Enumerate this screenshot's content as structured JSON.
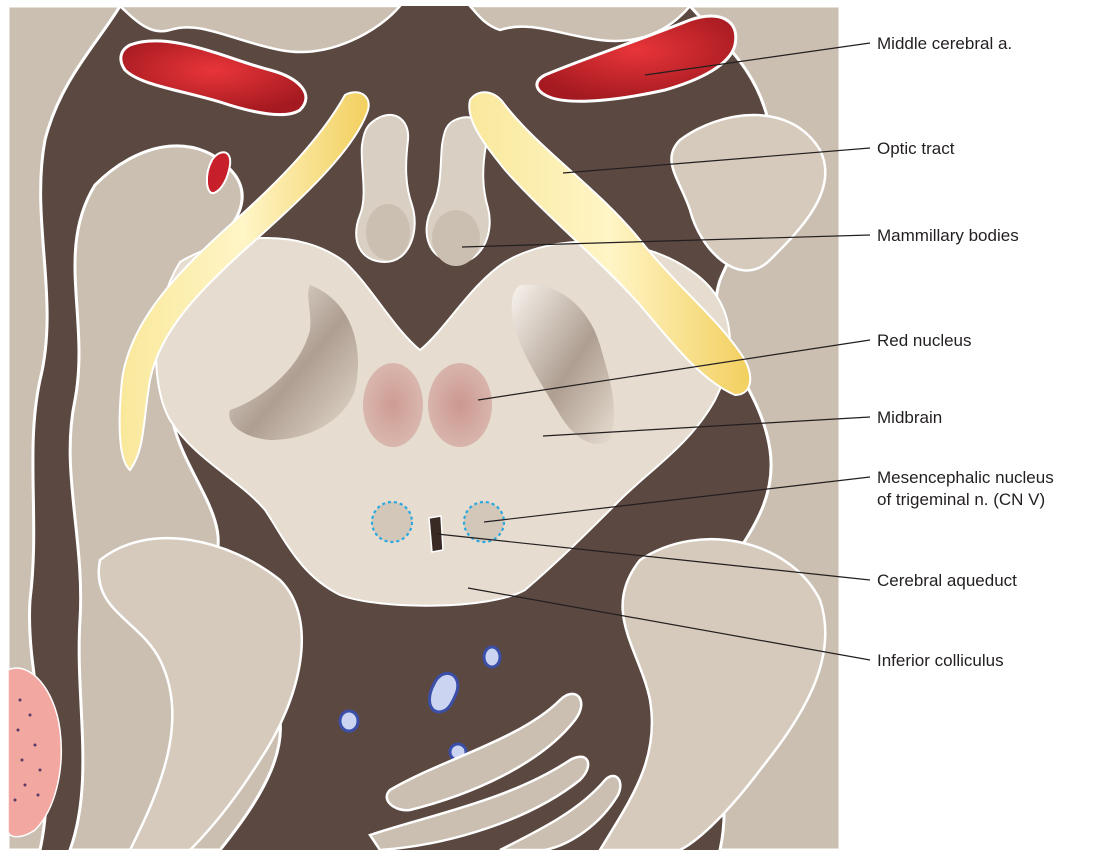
{
  "labels": {
    "middle_cerebral": "Middle cerebral a.",
    "optic_tract": "Optic tract",
    "mammillary": "Mammillary bodies",
    "red_nucleus": "Red nucleus",
    "midbrain": "Midbrain",
    "mesencephalic_line1": "Mesencephalic nucleus",
    "mesencephalic_line2": "of trigeminal n. (CN V)",
    "aqueduct": "Cerebral aqueduct",
    "inferior_colliculus": "Inferior colliculus"
  },
  "colors": {
    "background_tissue": "#5b4840",
    "gray_matter": "#cbbfb1",
    "midbrain": "#e6ddd0",
    "artery": "#c8202a",
    "optic_tract": "#f5dc7a",
    "red_nucleus": "#cfa39d",
    "nucleus_marker": "#29a8e0",
    "vein": "#3b4fa8"
  }
}
